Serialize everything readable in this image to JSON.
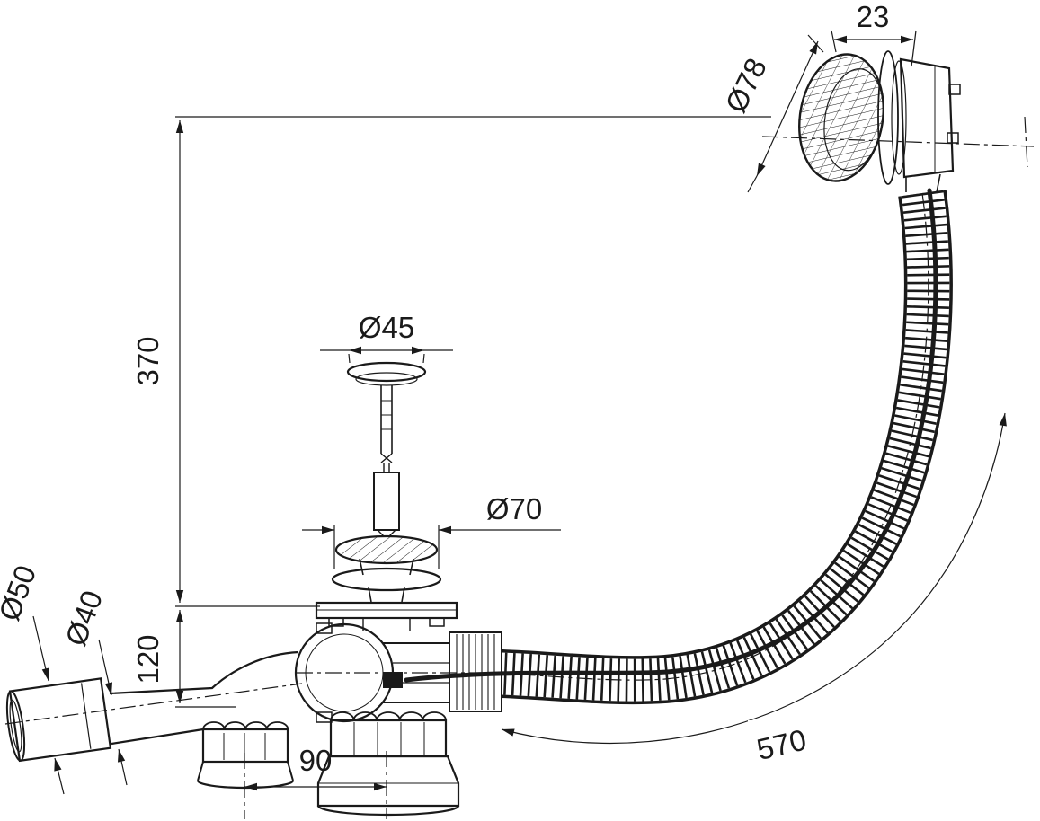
{
  "drawing": {
    "title": "bath-waste-overflow-set-technical-drawing",
    "labels": {
      "d23": "23",
      "d78": "Ø78",
      "d45": "Ø45",
      "d70": "Ø70",
      "d370": "370",
      "d120": "120",
      "d50": "Ø50",
      "d40": "Ø40",
      "d90": "90",
      "d570": "570"
    },
    "colors": {
      "line": "#1a1a1a",
      "background": "#ffffff"
    }
  }
}
